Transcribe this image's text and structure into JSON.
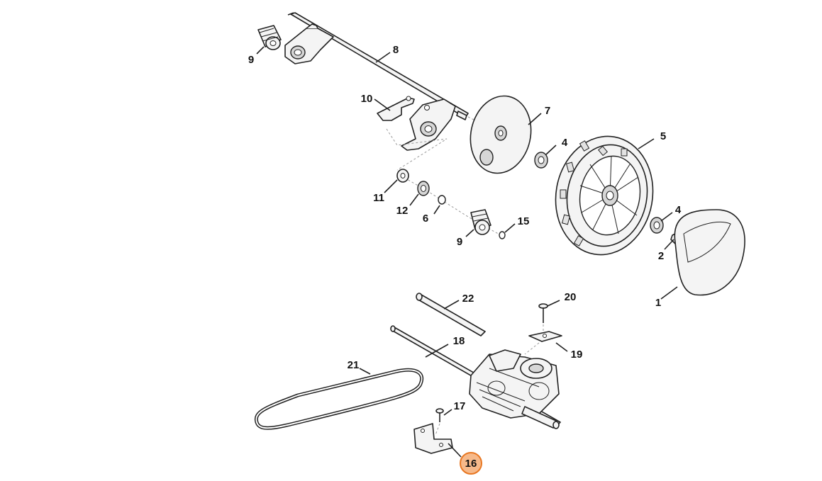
{
  "callouts": [
    {
      "id": "1",
      "label": "1"
    },
    {
      "id": "2",
      "label": "2"
    },
    {
      "id": "4a",
      "label": "4"
    },
    {
      "id": "4b",
      "label": "4"
    },
    {
      "id": "5",
      "label": "5"
    },
    {
      "id": "6",
      "label": "6"
    },
    {
      "id": "7",
      "label": "7"
    },
    {
      "id": "8",
      "label": "8"
    },
    {
      "id": "9a",
      "label": "9"
    },
    {
      "id": "9b",
      "label": "9"
    },
    {
      "id": "10",
      "label": "10"
    },
    {
      "id": "11",
      "label": "11"
    },
    {
      "id": "12",
      "label": "12"
    },
    {
      "id": "15",
      "label": "15"
    },
    {
      "id": "16",
      "label": "16",
      "highlighted": true
    },
    {
      "id": "17",
      "label": "17"
    },
    {
      "id": "18",
      "label": "18"
    },
    {
      "id": "19",
      "label": "19"
    },
    {
      "id": "20",
      "label": "20"
    },
    {
      "id": "21",
      "label": "21"
    },
    {
      "id": "22",
      "label": "22"
    }
  ],
  "highlight_color": "#f6b98a",
  "highlight_stroke": "#e87722"
}
